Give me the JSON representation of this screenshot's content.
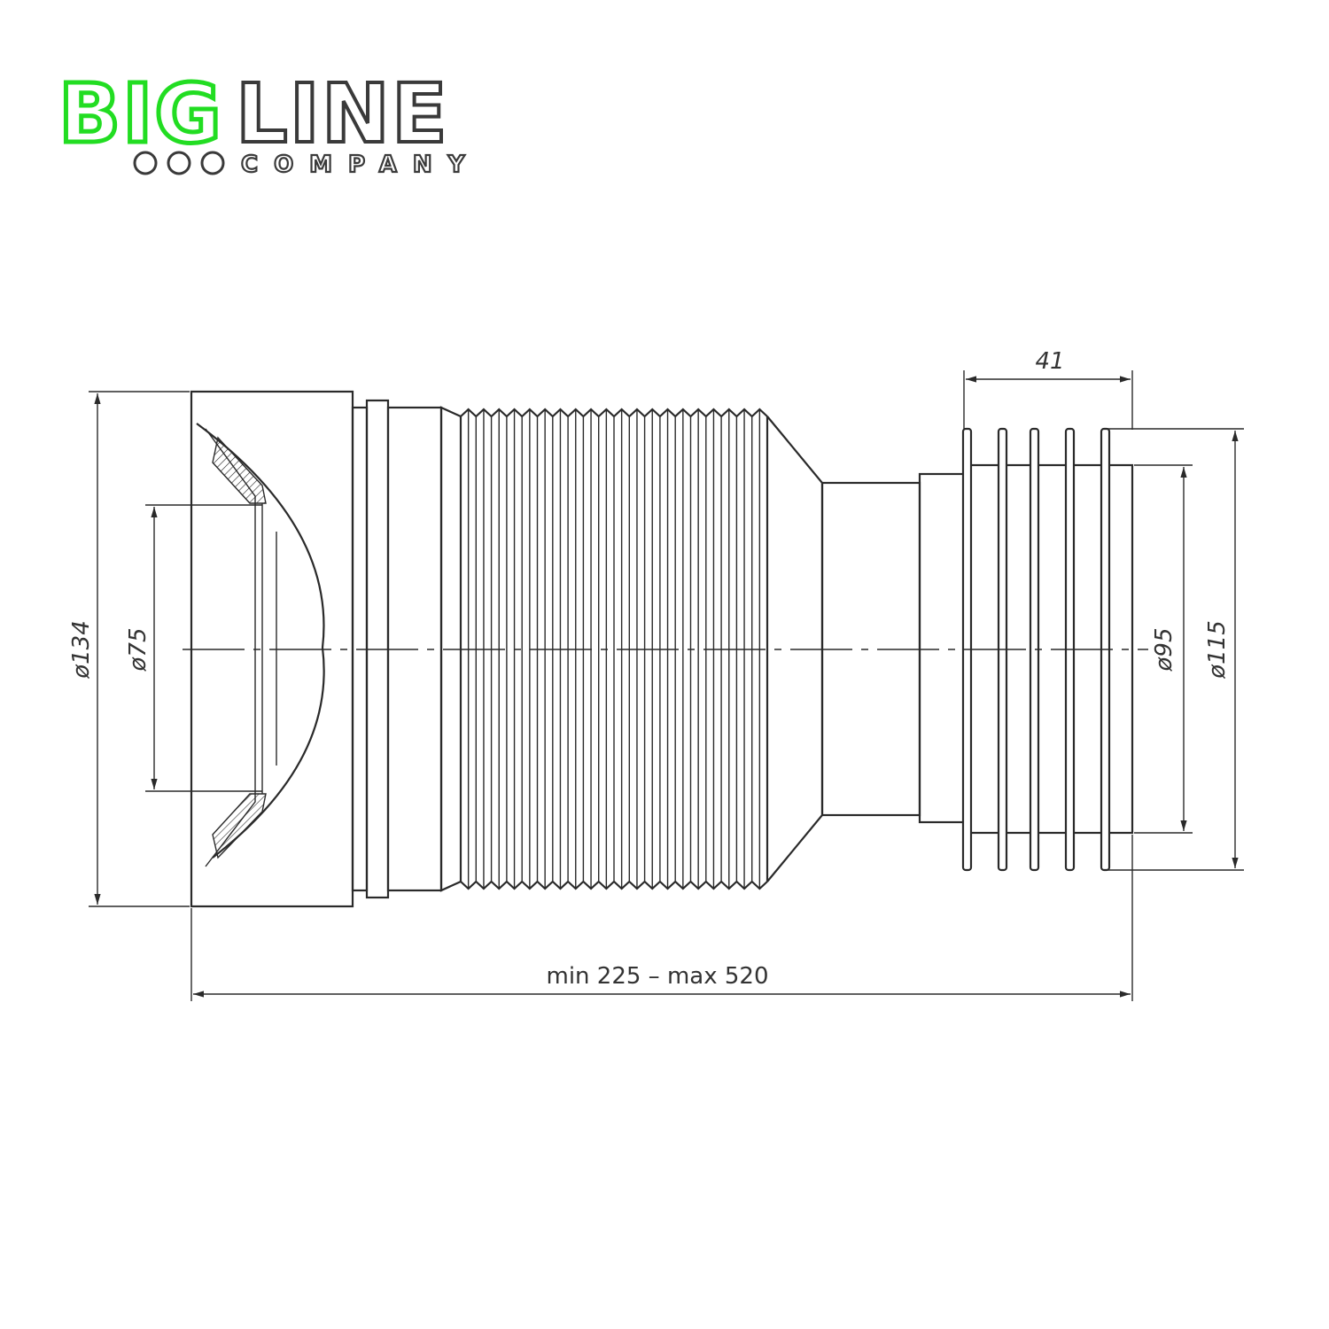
{
  "brand": {
    "logo_text_part1": "BIG",
    "logo_text_part2": "LINE",
    "logo_subtitle": "COMPANY",
    "color_accent": "#22dd22",
    "color_dark": "#3a3a3a"
  },
  "dimensions": {
    "flange_width": "41",
    "outer_diameter_left": "ø134",
    "inner_diameter_left": "ø75",
    "inner_diameter_right": "ø95",
    "outer_diameter_right": "ø115",
    "length": "min 225 – max 520"
  }
}
